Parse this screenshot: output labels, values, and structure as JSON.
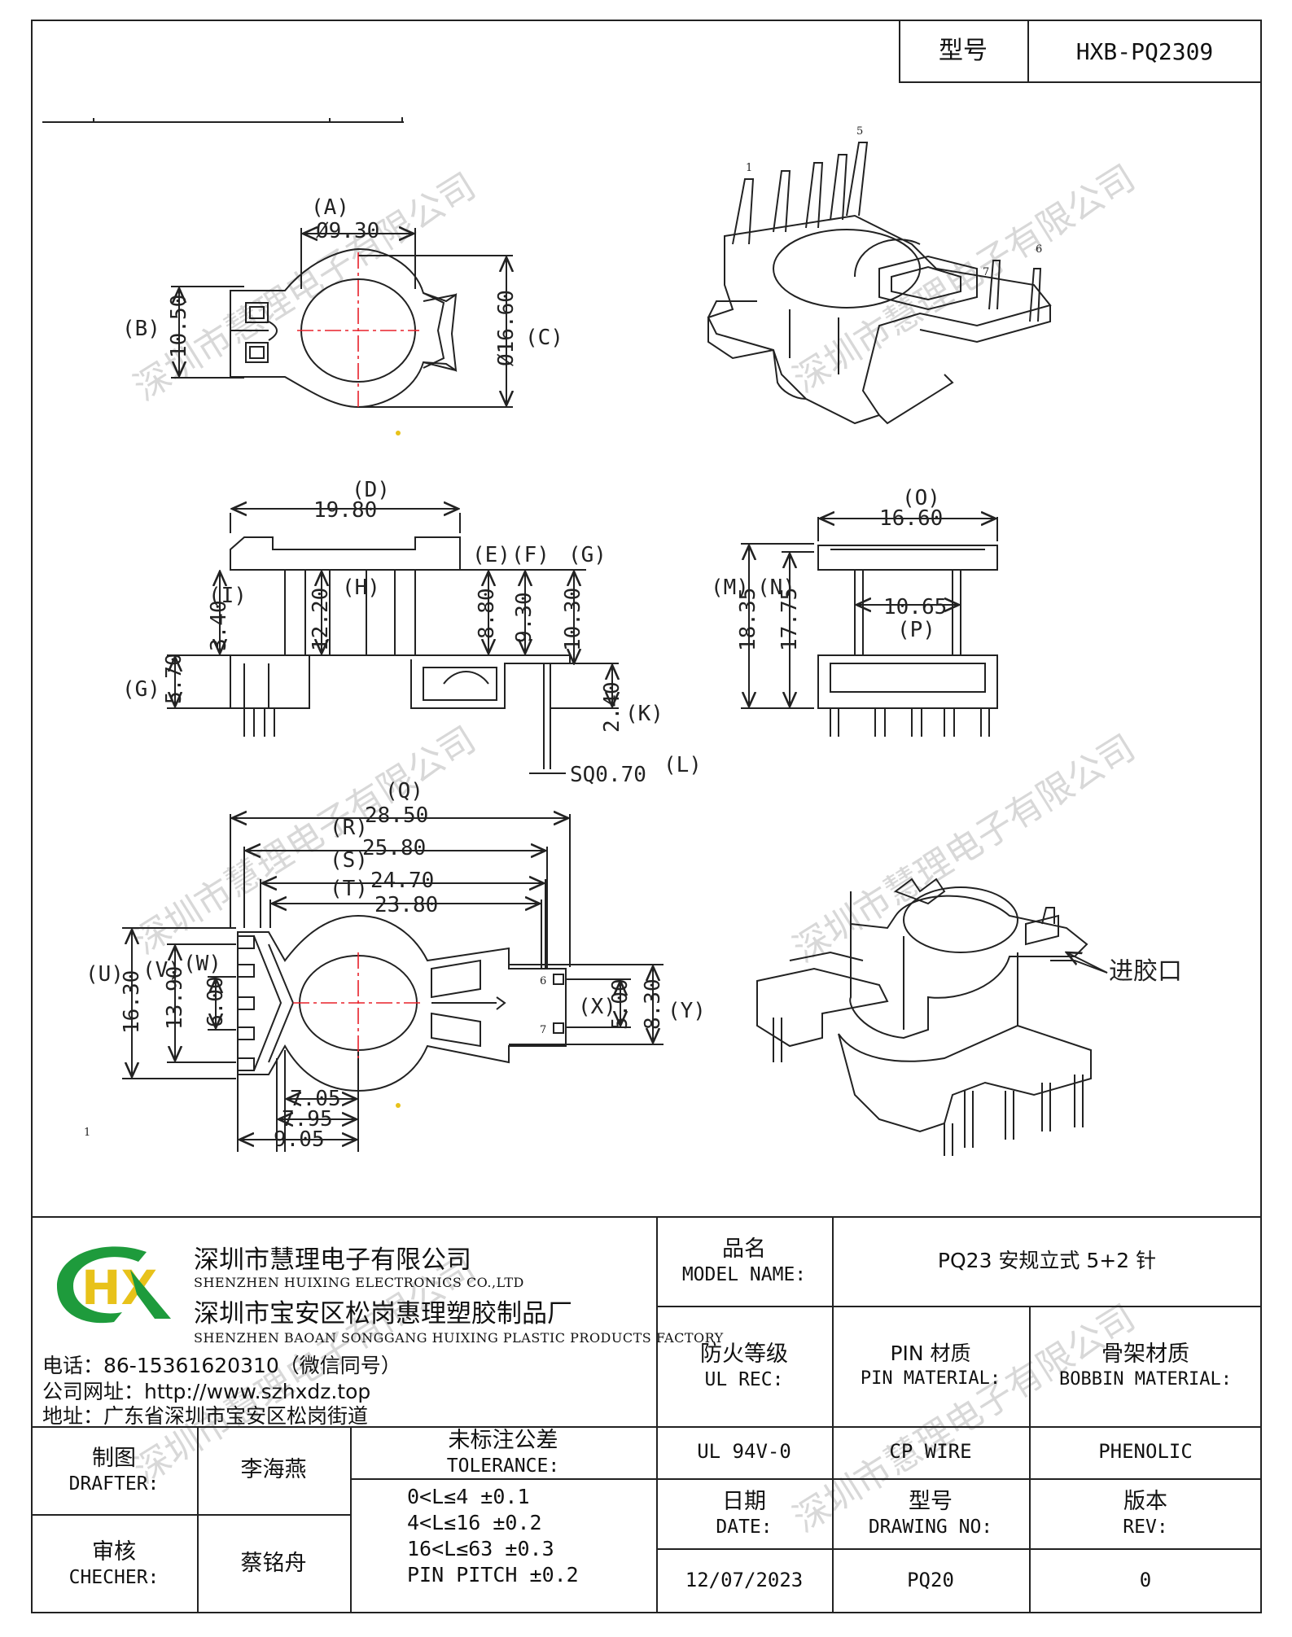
{
  "header": {
    "model_label": "型号",
    "model_value": "HXB-PQ2309"
  },
  "drawing": {
    "top_view": {
      "A": {
        "label": "(A)",
        "value": "Ø9.30"
      },
      "B": {
        "label": "(B)",
        "value": "10.50"
      },
      "C": {
        "label": "(C)",
        "value": "Ø16.60"
      }
    },
    "side_view": {
      "D": {
        "label": "(D)",
        "value": "19.80"
      },
      "E": {
        "label": "(E)",
        "value": "8.80"
      },
      "F": {
        "label": "(F)",
        "value": "9.30"
      },
      "G_top": {
        "label": "(G)",
        "value": "10.30"
      },
      "H": {
        "label": "(H)",
        "value": "12.20"
      },
      "I": {
        "label": "(I)",
        "value": "3.40"
      },
      "G_bottom": {
        "label": "(G)",
        "value": "5.70"
      },
      "K": {
        "label": "(K)",
        "value": "2.40"
      },
      "L": {
        "label": "(L)",
        "value": "SQ0.70"
      }
    },
    "front_view": {
      "O": {
        "label": "(O)",
        "value": "16.60"
      },
      "M": {
        "label": "(M)",
        "value": "18.35"
      },
      "N": {
        "label": "(N)",
        "value": "17.75"
      },
      "P": {
        "label": "(P)",
        "value": "10.65"
      }
    },
    "bottom_view": {
      "Q": {
        "label": "(Q)",
        "value": "28.50"
      },
      "R": {
        "label": "(R)",
        "value": "25.80"
      },
      "S": {
        "label": "(S)",
        "value": "24.70"
      },
      "T": {
        "label": "(T)",
        "value": "23.80"
      },
      "U": {
        "label": "(U)",
        "value": "16.30"
      },
      "V": {
        "label": "(V)",
        "value": "13.90"
      },
      "W": {
        "label": "(W)",
        "value": "6.00"
      },
      "X": {
        "label": "(X)",
        "value": "5.00"
      },
      "Y": {
        "label": "(Y)",
        "value": "8.30"
      },
      "d1": "7.05",
      "d2": "7.95",
      "d3": "9.05",
      "pin6": "6",
      "pin7": "7",
      "pin1": "1"
    },
    "iso_view": {
      "pin1": "1",
      "pin5": "5",
      "pin6": "6",
      "pin7": "7"
    },
    "inject_label": "进胶口"
  },
  "watermark": "深圳市慧理电子有限公司",
  "title_block": {
    "company_cn": "深圳市慧理电子有限公司",
    "company_en": "SHENZHEN HUIXING ELECTRONICS CO.,LTD",
    "factory_cn": "深圳市宝安区松岗惠理塑胶制品厂",
    "factory_en": "SHENZHEN BAOAN SONGGANG HUIXING PLASTIC PRODUCTS FACTORY",
    "phone": "电话：86-15361620310（微信同号）",
    "website": "公司网址：http://www.szhxdz.top",
    "address": "地址：广东省深圳市宝安区松岗街道",
    "logo_text": "HX",
    "model_name_cn": "品名",
    "model_name_en": "MODEL NAME:",
    "model_name_value": "PQ23  安规立式 5+2 针",
    "fire_cn": "防火等级",
    "fire_en": "UL REC:",
    "pin_cn": "PIN 材质",
    "pin_en": "PIN MATERIAL:",
    "bobbin_cn": "骨架材质",
    "bobbin_en": "BOBBIN MATERIAL:",
    "fire_value": "UL 94V-0",
    "pin_value": "CP WIRE",
    "bobbin_value": "PHENOLIC",
    "drafter_cn": "制图",
    "drafter_en": "DRAFTER:",
    "drafter_name": "李海燕",
    "checker_cn": "审核",
    "checker_en": "CHECHER:",
    "checker_name": "蔡铭舟",
    "tolerance_cn": "未标注公差",
    "tolerance_en": "TOLERANCE:",
    "tolerance_lines": [
      "0<L≤4  ±0.1",
      "4<L≤16 ±0.2",
      "16<L≤63 ±0.3",
      "PIN PITCH ±0.2"
    ],
    "date_cn": "日期",
    "date_en": "DATE:",
    "date_value": "12/07/2023",
    "drawno_cn": "型号",
    "drawno_en": "DRAWING NO:",
    "drawno_value": "PQ20",
    "rev_cn": "版本",
    "rev_en": "REV:",
    "rev_value": "0"
  },
  "colors": {
    "line": "#222222",
    "centerline": "#e8202a",
    "logo_green": "#1e9b3c",
    "logo_yellow": "#e8c21a",
    "watermark": "#d8d8d8"
  }
}
